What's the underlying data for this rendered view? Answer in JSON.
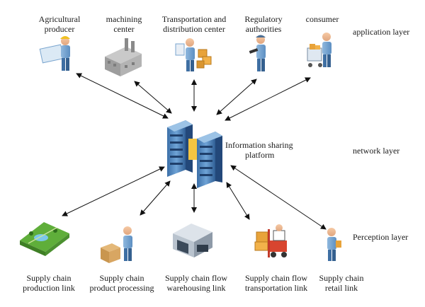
{
  "top_nodes": [
    {
      "line1": "Agricultural",
      "line2": "producer",
      "icon": "farmer-with-map-icon"
    },
    {
      "line1": "machining",
      "line2": "center",
      "icon": "factory-icon"
    },
    {
      "line1": "Transportation and",
      "line2": "distribution center",
      "icon": "worker-with-boxes-icon"
    },
    {
      "line1": "Regulatory",
      "line2": "authorities",
      "icon": "inspector-with-flashlight-icon"
    },
    {
      "line1": "consumer",
      "line2": "",
      "icon": "shopping-cart-icon"
    }
  ],
  "center_node": {
    "line1": "Information sharing",
    "line2": "platform",
    "icon": "server-icon"
  },
  "bottom_nodes": [
    {
      "line1": "Supply chain",
      "line2": "production link",
      "icon": "farm-field-icon"
    },
    {
      "line1": "Supply chain",
      "line2": "product processing",
      "icon": "worker-packing-icon"
    },
    {
      "line1": "Supply chain flow",
      "line2": "warehousing link",
      "icon": "warehouse-icon"
    },
    {
      "line1": "Supply chain flow",
      "line2": "transportation link",
      "icon": "forklift-icon"
    },
    {
      "line1": "Supply chain",
      "line2": "retail link",
      "icon": "retail-worker-icon"
    }
  ],
  "layers": {
    "application": "application layer",
    "network": "network layer",
    "perception": "Perception layer"
  }
}
